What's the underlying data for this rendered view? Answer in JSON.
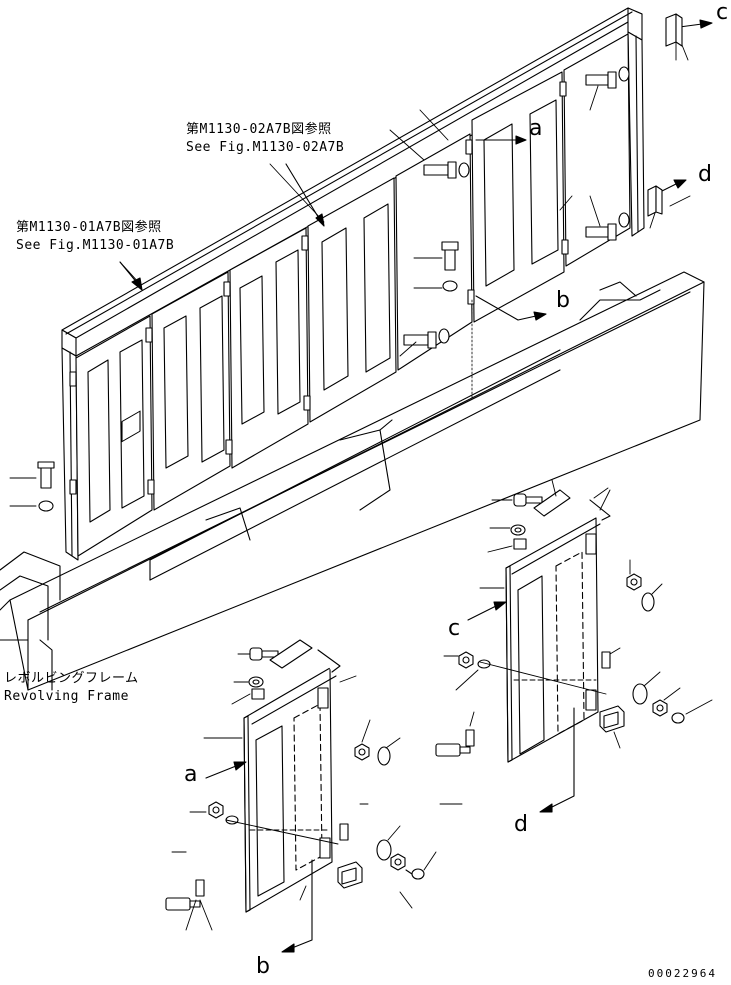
{
  "labels": {
    "ref_upper_jp": "第M1130-02A7B図参照",
    "ref_upper_en": "See Fig.M1130-02A7B",
    "ref_lower_jp": "第M1130-01A7B図参照",
    "ref_lower_en": "See Fig.M1130-01A7B",
    "frame_jp": "レボルビングフレーム",
    "frame_en": "Revolving Frame",
    "a_top": "a",
    "b_top": "b",
    "c_top": "c",
    "d_top": "d",
    "a_detail": "a",
    "b_detail": "b",
    "c_detail": "c",
    "d_detail": "d",
    "drawing_code": "00022964"
  }
}
